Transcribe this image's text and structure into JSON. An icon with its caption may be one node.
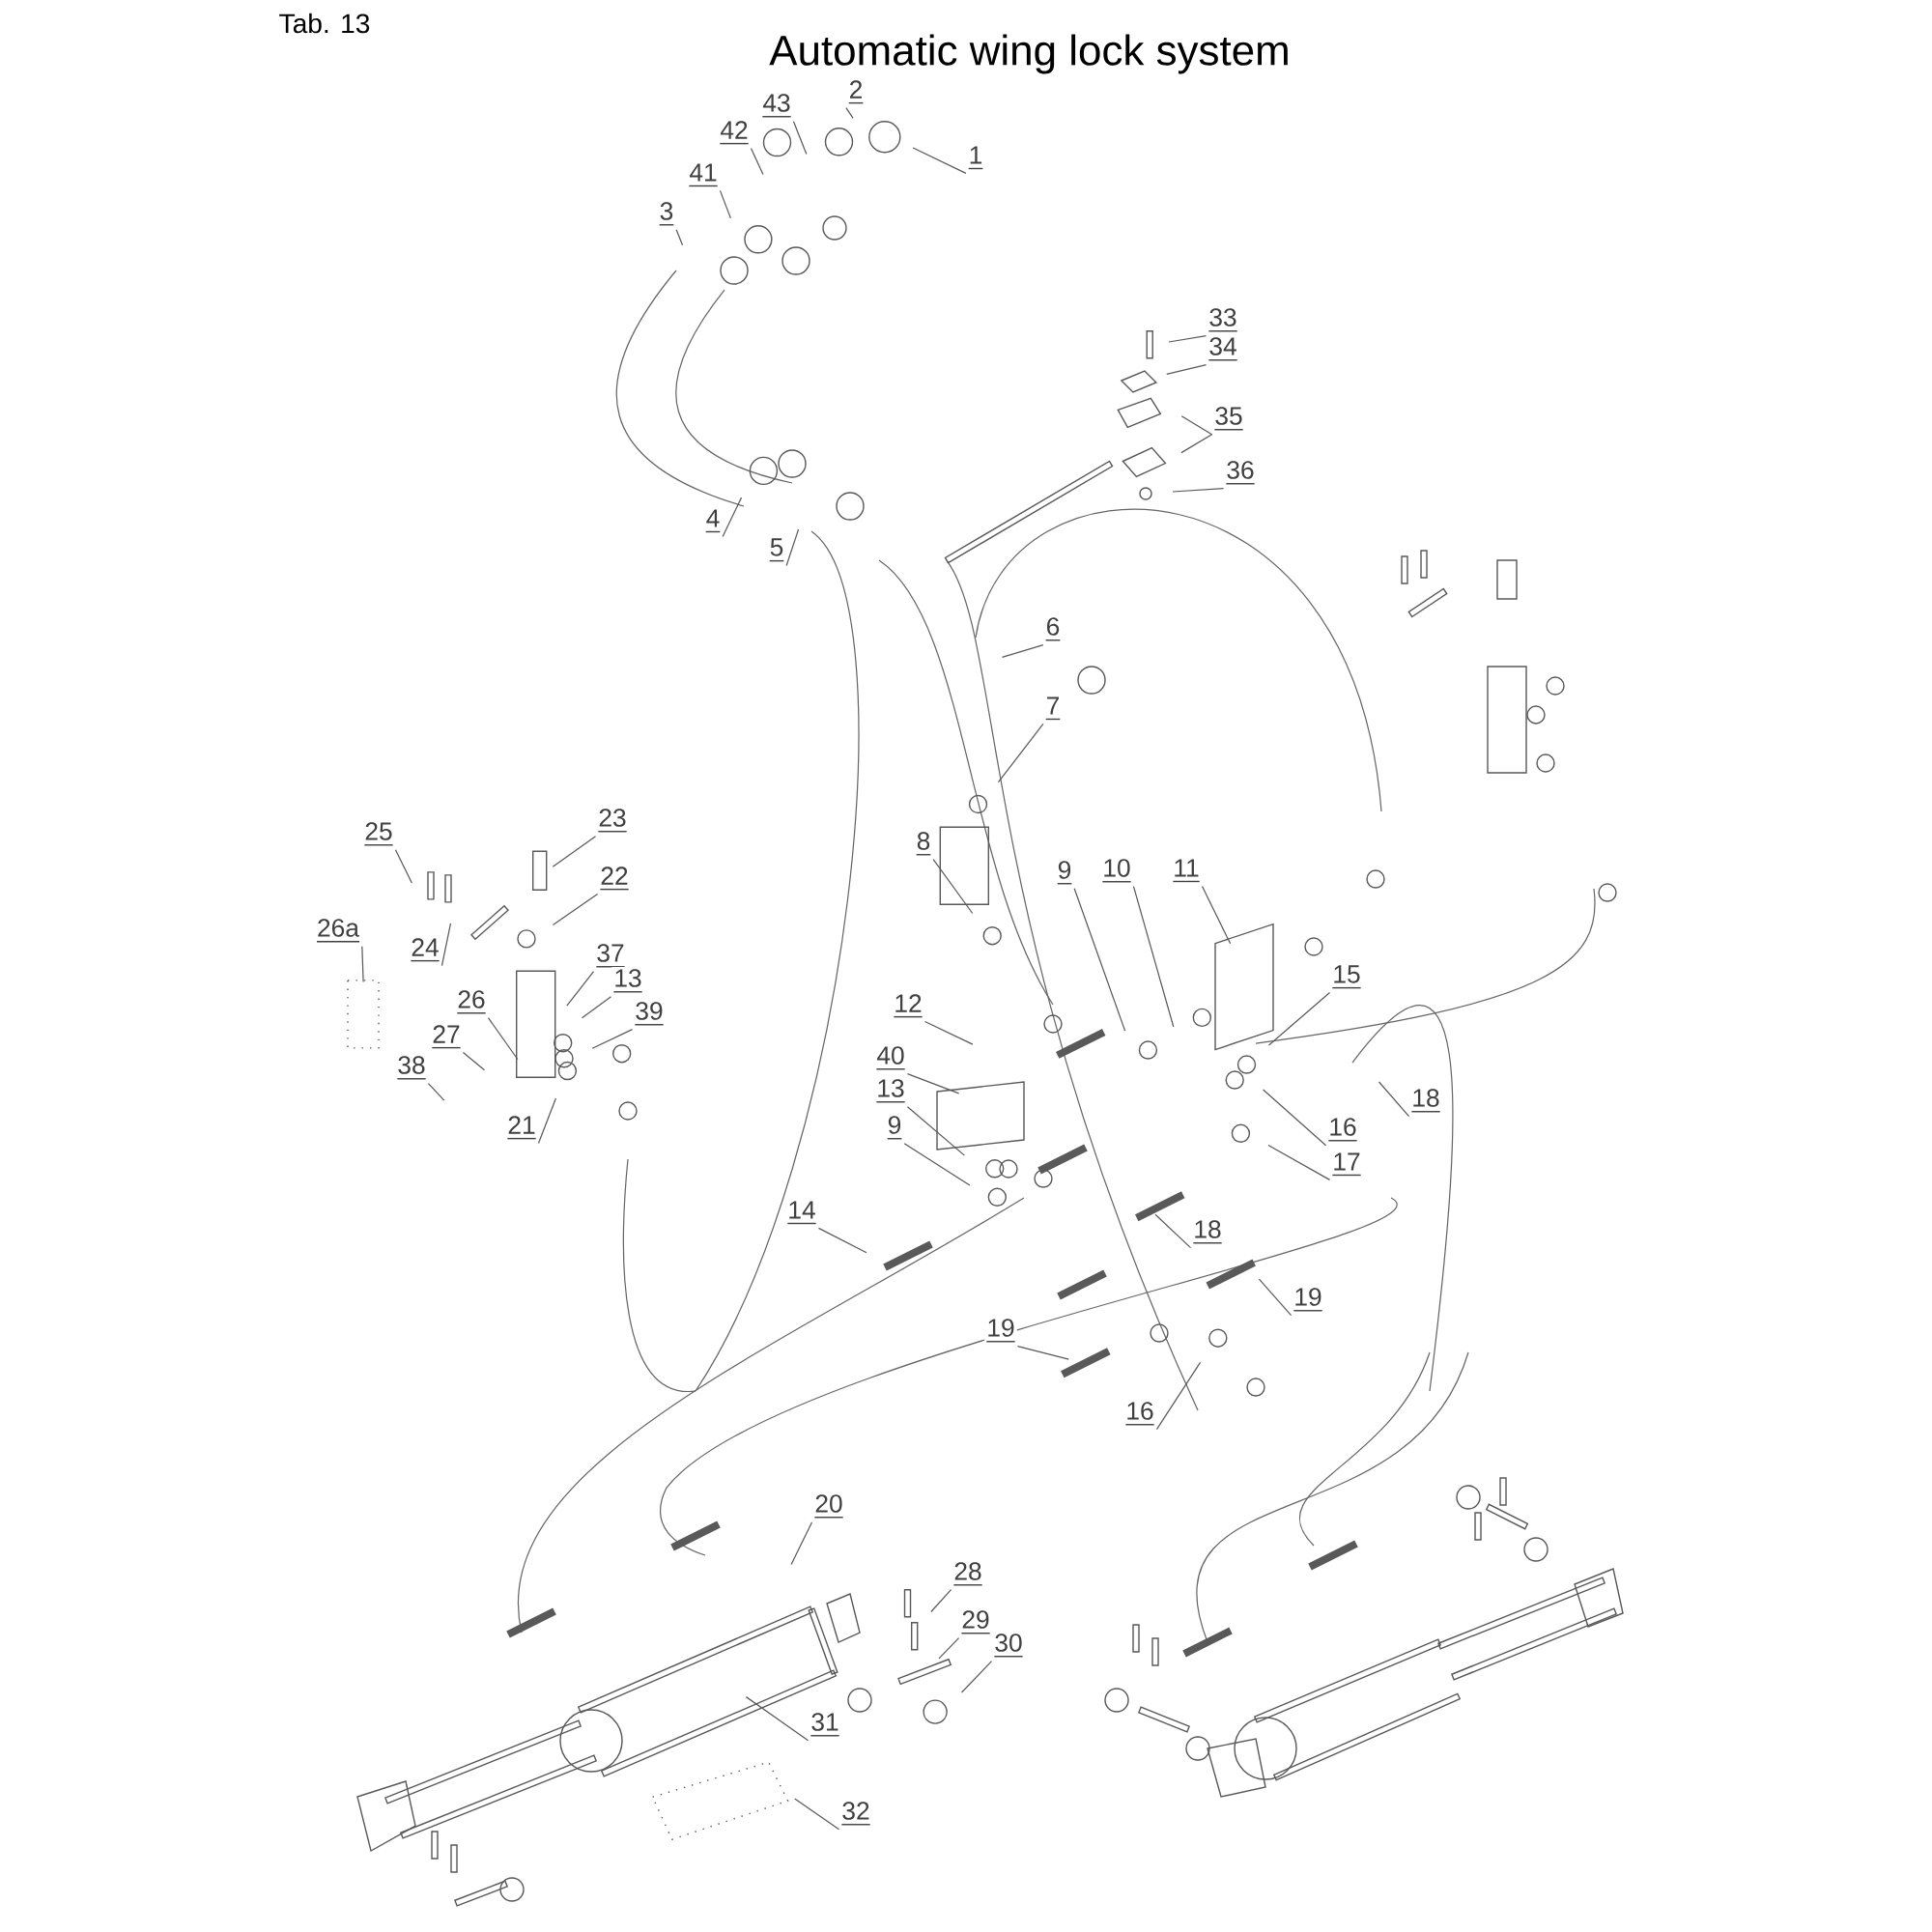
{
  "diagram": {
    "title": "Automatic wing lock system",
    "nodes": [
      {
        "text": [
          "1"
        ]
      },
      {
        "text": [
          "2"
        ]
      },
      {
        "text": [
          "43"
        ]
      },
      {
        "text": [
          "42"
        ]
      },
      {
        "text": [
          "41"
        ]
      },
      {
        "text": [
          "3"
        ]
      },
      {
        "text": [
          "33"
        ]
      },
      {
        "text": [
          "34"
        ]
      },
      {
        "text": [
          "35"
        ]
      },
      {
        "text": [
          "36"
        ]
      },
      {
        "text": [
          "4"
        ]
      },
      {
        "text": [
          "5"
        ]
      },
      {
        "text": [
          "6"
        ]
      },
      {
        "text": [
          "7"
        ]
      },
      {
        "text": [
          "23"
        ]
      },
      {
        "text": [
          "8"
        ]
      },
      {
        "text": [
          "25"
        ]
      },
      {
        "text": [
          "22"
        ]
      },
      {
        "text": [
          "9"
        ]
      },
      {
        "text": [
          "10"
        ]
      },
      {
        "text": [
          "11"
        ]
      },
      {
        "text": [
          "26a"
        ]
      },
      {
        "text": [
          "24"
        ]
      },
      {
        "text": [
          "37"
        ]
      },
      {
        "text": [
          "13"
        ]
      },
      {
        "text": [
          "26"
        ]
      },
      {
        "text": [
          "39"
        ]
      },
      {
        "text": [
          "15"
        ]
      },
      {
        "text": [
          "12"
        ]
      },
      {
        "text": [
          "27"
        ]
      },
      {
        "text": [
          "40"
        ]
      },
      {
        "text": [
          "38"
        ]
      },
      {
        "text": [
          "13"
        ]
      },
      {
        "text": [
          "21"
        ]
      },
      {
        "text": [
          "18"
        ]
      },
      {
        "text": [
          "16"
        ]
      },
      {
        "text": [
          "9"
        ]
      },
      {
        "text": [
          "17"
        ]
      },
      {
        "text": [
          "14"
        ]
      },
      {
        "text": [
          "18"
        ]
      },
      {
        "text": [
          "19"
        ]
      },
      {
        "text": [
          "19"
        ]
      },
      {
        "text": [
          "16"
        ]
      },
      {
        "text": [
          "20"
        ]
      },
      {
        "text": [
          "28"
        ]
      },
      {
        "text": [
          "29"
        ]
      },
      {
        "text": [
          "30"
        ]
      },
      {
        "text": [
          "31"
        ]
      },
      {
        "text": [
          "32"
        ]
      }
    ],
    "edges": [
      {
        "from": 0,
        "to": null,
        "arrow": "none"
      },
      {
        "from": 1,
        "to": null,
        "arrow": "none"
      },
      {
        "from": 2,
        "to": null,
        "arrow": "none"
      },
      {
        "from": 3,
        "to": null,
        "arrow": "none"
      },
      {
        "from": 4,
        "to": null,
        "arrow": "none"
      },
      {
        "from": 5,
        "to": null,
        "arrow": "none"
      },
      {
        "from": 6,
        "to": null,
        "arrow": "none"
      },
      {
        "from": 7,
        "to": null,
        "arrow": "none"
      },
      {
        "from": 8,
        "to": null,
        "arrow": "none"
      },
      {
        "from": 8,
        "to": null,
        "arrow": "none"
      },
      {
        "from": 9,
        "to": null,
        "arrow": "none"
      },
      {
        "from": 10,
        "to": null,
        "arrow": "none"
      },
      {
        "from": 11,
        "to": null,
        "arrow": "none"
      },
      {
        "from": 12,
        "to": null,
        "arrow": "none"
      },
      {
        "from": 13,
        "to": null,
        "arrow": "none"
      },
      {
        "from": 14,
        "to": null,
        "arrow": "none"
      },
      {
        "from": 15,
        "to": null,
        "arrow": "none"
      },
      {
        "from": 16,
        "to": null,
        "arrow": "none"
      },
      {
        "from": 17,
        "to": null,
        "arrow": "none"
      },
      {
        "from": 18,
        "to": null,
        "arrow": "none"
      },
      {
        "from": 19,
        "to": null,
        "arrow": "none"
      },
      {
        "from": 20,
        "to": null,
        "arrow": "none"
      },
      {
        "from": 21,
        "to": null,
        "arrow": "none"
      },
      {
        "from": 22,
        "to": null,
        "arrow": "none"
      },
      {
        "from": 23,
        "to": null,
        "arrow": "none"
      },
      {
        "from": 24,
        "to": null,
        "arrow": "none"
      },
      {
        "from": 25,
        "to": null,
        "arrow": "none"
      },
      {
        "from": 26,
        "to": null,
        "arrow": "none"
      },
      {
        "from": 27,
        "to": null,
        "arrow": "none"
      },
      {
        "from": 28,
        "to": null,
        "arrow": "none"
      },
      {
        "from": 29,
        "to": null,
        "arrow": "none"
      },
      {
        "from": 30,
        "to": null,
        "arrow": "none"
      },
      {
        "from": 31,
        "to": null,
        "arrow": "none"
      },
      {
        "from": 32,
        "to": null,
        "arrow": "none"
      },
      {
        "from": 33,
        "to": null,
        "arrow": "none"
      },
      {
        "from": 34,
        "to": null,
        "arrow": "none"
      },
      {
        "from": 35,
        "to": null,
        "arrow": "none"
      },
      {
        "from": 36,
        "to": null,
        "arrow": "none"
      },
      {
        "from": 37,
        "to": null,
        "arrow": "none"
      },
      {
        "from": 38,
        "to": null,
        "arrow": "none"
      },
      {
        "from": 39,
        "to": null,
        "arrow": "none"
      },
      {
        "from": 40,
        "to": null,
        "arrow": "none"
      },
      {
        "from": 41,
        "to": null,
        "arrow": "none"
      },
      {
        "from": 42,
        "to": null,
        "arrow": "none"
      },
      {
        "from": 43,
        "to": null,
        "arrow": "none"
      },
      {
        "from": 44,
        "to": null,
        "arrow": "none"
      },
      {
        "from": 45,
        "to": null,
        "arrow": "none"
      },
      {
        "from": 46,
        "to": null,
        "arrow": "none"
      },
      {
        "from": 47,
        "to": null,
        "arrow": "none"
      },
      {
        "from": 48,
        "to": null,
        "arrow": "none"
      }
    ],
    "labels": [
      "Tab. 13"
    ]
  }
}
